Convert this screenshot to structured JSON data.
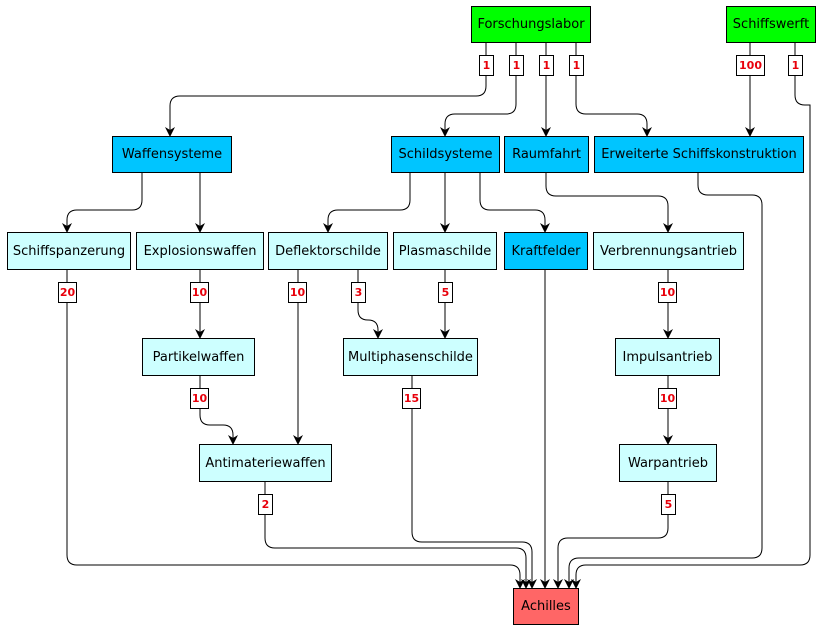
{
  "colors": {
    "green": "#00ff00",
    "blue": "#00c5ff",
    "light_cyan": "#cdffff",
    "red": "#ff6666",
    "label_text": "#e8000b"
  },
  "nodes": {
    "forschungslabor": "Forschungslabor",
    "schiffswerft": "Schiffswerft",
    "waffensysteme": "Waffensysteme",
    "schildsysteme": "Schildsysteme",
    "raumfahrt": "Raumfahrt",
    "erweiterte_schiffskonstruktion": "Erweiterte Schiffskonstruktion",
    "schiffspanzerung": "Schiffspanzerung",
    "explosionswaffen": "Explosionswaffen",
    "deflektorschilde": "Deflektorschilde",
    "plasmaschilde": "Plasmaschilde",
    "kraftfelder": "Kraftfelder",
    "verbrennungsantrieb": "Verbrennungsantrieb",
    "partikelwaffen": "Partikelwaffen",
    "multiphasenschilde": "Multiphasenschilde",
    "impulsantrieb": "Impulsantrieb",
    "antimateriewaffen": "Antimateriewaffen",
    "warpantrieb": "Warpantrieb",
    "achilles": "Achilles"
  },
  "labels": {
    "fl_waffen": "1",
    "fl_schild": "1",
    "fl_raum": "1",
    "fl_erw": "1",
    "sw_erw": "100",
    "sw_achilles": "1",
    "panzer_achilles": "20",
    "explo_partikel": "10",
    "deflektor_anti": "10",
    "deflektor_multi": "3",
    "plasma_multi": "5",
    "verbrennung_impuls": "10",
    "partikel_anti": "10",
    "multi_achilles": "15",
    "impuls_warp": "10",
    "anti_achilles": "2",
    "warp_achilles": "5"
  }
}
